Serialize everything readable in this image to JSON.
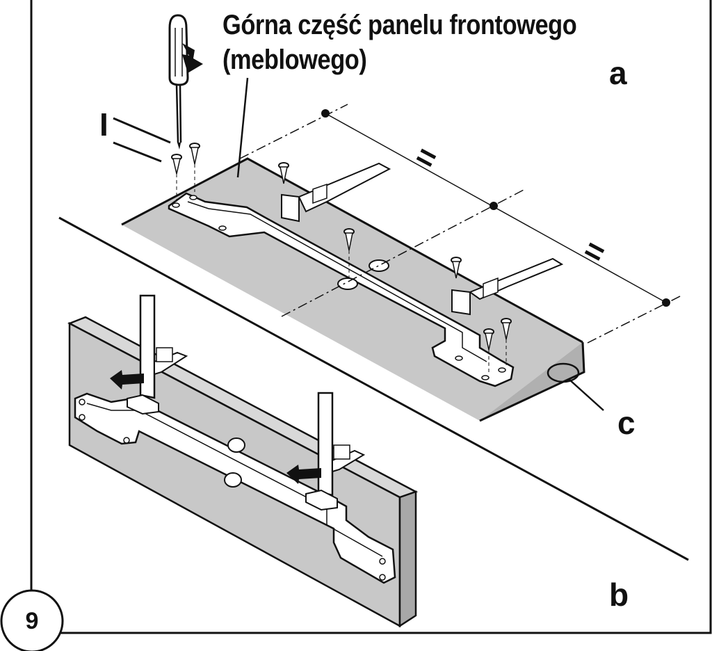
{
  "figure": {
    "step_number": "9",
    "title_line1": "Górna część panelu frontowego",
    "title_line2": "(meblowego)",
    "label_a": "a",
    "label_b": "b",
    "label_c": "c",
    "label_i": "I",
    "equal_mark_1": "=",
    "equal_mark_2": "="
  },
  "colors": {
    "line": "#111111",
    "panel_fill": "#c8c8c8",
    "panel_side": "#a8a8a8",
    "bracket_fill": "#ffffff"
  }
}
